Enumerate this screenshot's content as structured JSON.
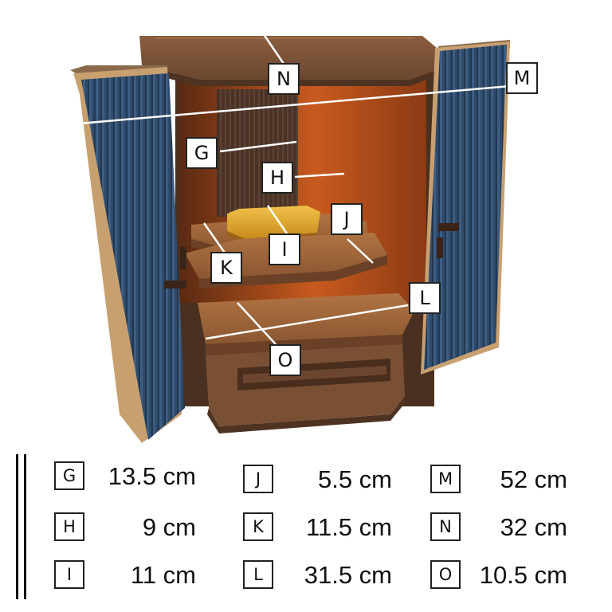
{
  "callouts": {
    "G": "G",
    "H": "H",
    "I": "I",
    "J": "J",
    "K": "K",
    "L": "L",
    "M": "M",
    "N": "N",
    "O": "O"
  },
  "legend": [
    {
      "letter": "G",
      "value": "13.5 cm"
    },
    {
      "letter": "H",
      "value": "9 cm"
    },
    {
      "letter": "I",
      "value": "11 cm"
    },
    {
      "letter": "J",
      "value": "5.5 cm"
    },
    {
      "letter": "K",
      "value": "11.5 cm"
    },
    {
      "letter": "L",
      "value": "31.5 cm"
    },
    {
      "letter": "M",
      "value": "52 cm"
    },
    {
      "letter": "N",
      "value": "32 cm"
    },
    {
      "letter": "O",
      "value": "10.5 cm"
    }
  ],
  "colors": {
    "wood_dark": "#5a3d2b",
    "wood_mid": "#7a5236",
    "wood_light": "#a06a3c",
    "interior_glow": "#d9692a",
    "door_blue": "#2f4a6b",
    "gold": "#d9a62a"
  }
}
